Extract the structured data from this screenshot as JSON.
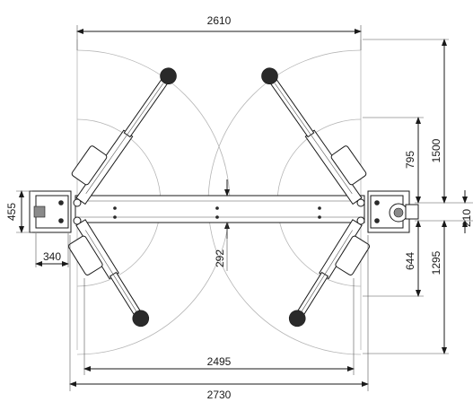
{
  "dimensions": {
    "total_width": "2610",
    "total_depth": "2730",
    "inner_width": "2495",
    "column_width": "455",
    "column_offset": "340",
    "beam_width": "292",
    "arm_front_reach": "795",
    "arm_rear_reach": "644",
    "front_total": "1500",
    "rear_total": "1295",
    "center_offset": "210"
  },
  "colors": {
    "line": "#1a1a1a",
    "arc": "#b5b5b5",
    "pad": "#2a2a2a"
  }
}
